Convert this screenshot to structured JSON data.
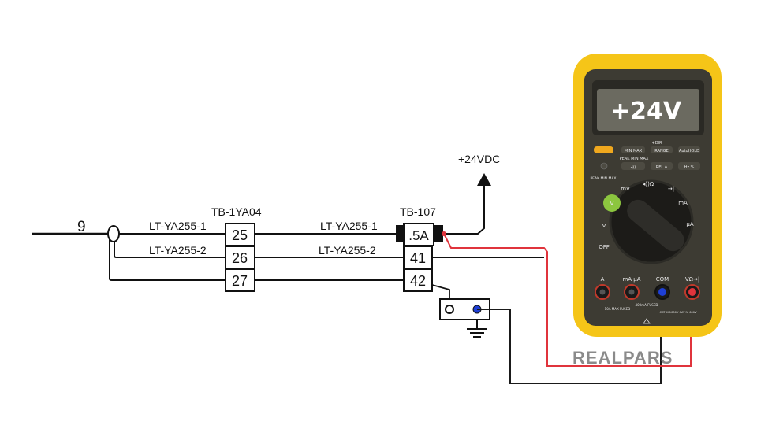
{
  "wiring": {
    "cable_number": "9",
    "wire_1_label_left": "LT-YA255-1",
    "wire_2_label_left": "LT-YA255-2",
    "wire_1_label_right": "LT-YA255-1",
    "wire_2_label_right": "LT-YA255-2",
    "supply_label": "+24VDC"
  },
  "terminal_block_1": {
    "name": "TB-1YA04",
    "terminals": [
      "25",
      "26",
      "27"
    ]
  },
  "terminal_block_2": {
    "name": "TB-107",
    "fuse": ".5A",
    "terminals": [
      "41",
      "42"
    ]
  },
  "multimeter": {
    "display": "+24V",
    "buttons": {
      "yellow": "",
      "min_max": "MIN MAX",
      "range": "RANGE",
      "auto_hold": "AutoHOLD",
      "peak_min_max": "PEAK MIN MAX",
      "speaker": "◂))",
      "rel": "REL Δ",
      "hz": "Hz %",
      "dir_label": "+DIR"
    },
    "dial_labels": {
      "off": "OFF",
      "v_ac": "V",
      "v_dc": "V",
      "mv": "mV",
      "ohm": "◂))Ω",
      "diode": "→|",
      "ma": "mA",
      "ua": "μA",
      "peak": "PEAK MIN MAX"
    },
    "jacks": {
      "a": "A",
      "ma_ua": "mA μA",
      "com": "COM",
      "v_ohm": "VΩ→|"
    },
    "fine_print": {
      "a_fuse": "10A MAX FUSED",
      "ma_fuse": "400mA FUSED",
      "cat": "CAT III 1000V CAT IV 600V"
    }
  },
  "colors": {
    "meter_yellow": "#f5c518",
    "meter_body": "#3d3b33",
    "lcd": "#6b6a60",
    "probe_red": "#e0343c",
    "probe_black": "#1a1a1a",
    "jack_blue": "#1e3fd6",
    "knob_green": "#8cc63f"
  },
  "watermark": "REALPARS"
}
